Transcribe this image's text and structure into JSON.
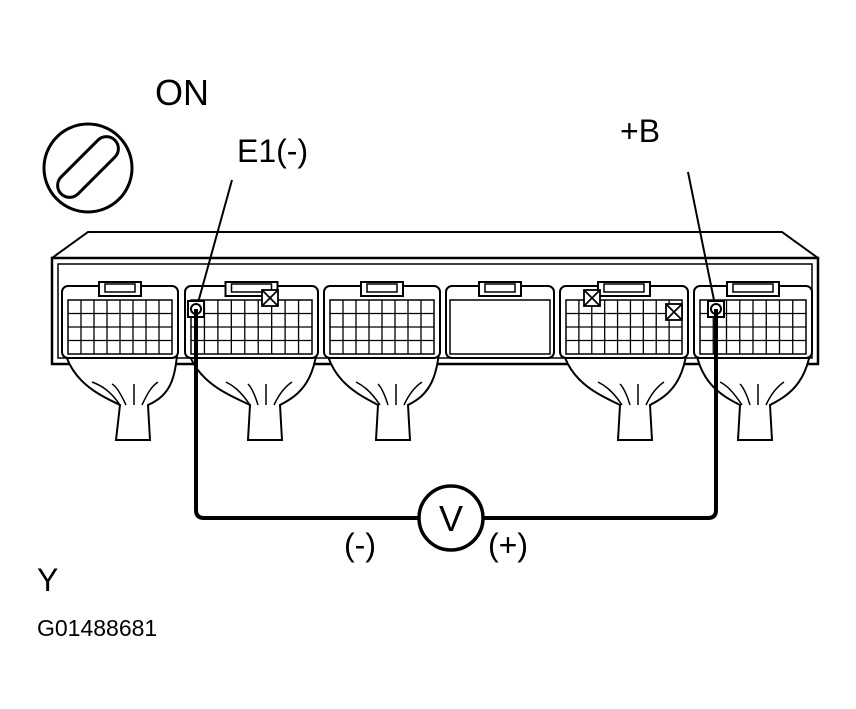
{
  "labels": {
    "ignition": "ON",
    "negative_terminal": "E1(-)",
    "positive_terminal": "+B",
    "voltmeter": "V",
    "negative_probe": "(-)",
    "positive_probe": "(+)",
    "view_marker": "Y",
    "figure_code": "G01488681"
  },
  "colors": {
    "ink": "#000000",
    "paper": "#ffffff"
  }
}
